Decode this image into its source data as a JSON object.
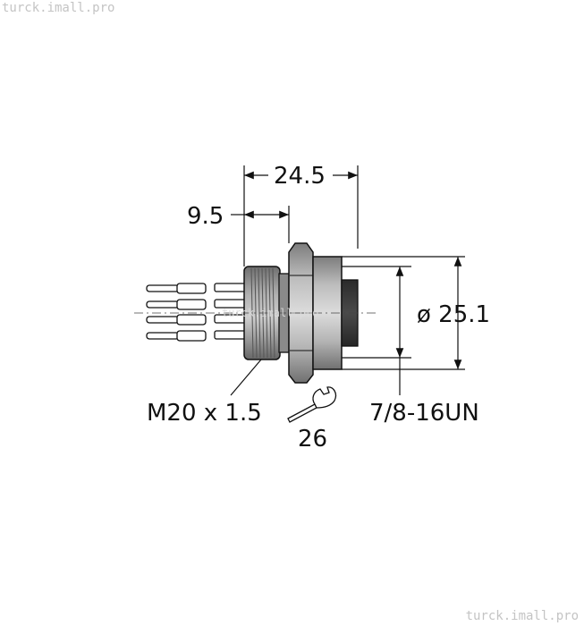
{
  "watermark": {
    "top_left": "turck.imall.pro",
    "bottom_right": "turck.imall.pro",
    "center": "turck.imall.pro"
  },
  "dimensions": {
    "overall_length": "24.5",
    "thread_length": "9.5",
    "diameter": "ø 25.1",
    "thread_rear": "M20 x 1.5",
    "thread_front": "7/8-16UN",
    "wrench_size": "26"
  },
  "icons": {
    "wrench": "wrench-icon"
  },
  "colors": {
    "body_gray": "#9a9a9a",
    "dark_insert": "#3a3a3a",
    "line": "#111111",
    "watermark": "#c4c4c4"
  }
}
